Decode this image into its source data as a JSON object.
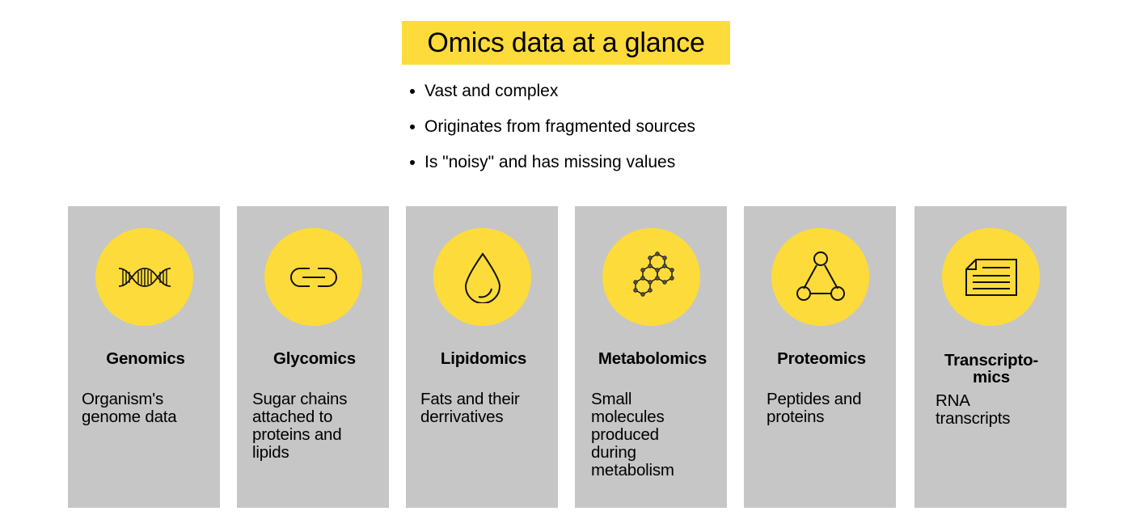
{
  "colors": {
    "accent": "#fddb3a",
    "card": "#c6c6c6",
    "ink": "#111111"
  },
  "header": {
    "title": "Omics data at a glance",
    "bullets": [
      "Vast and complex",
      "Originates from fragmented sources",
      "Is \"noisy\" and has missing values"
    ]
  },
  "cards": [
    {
      "icon": "dna-icon",
      "title": "Genomics",
      "description_lines": [
        "Organism's",
        "genome data"
      ]
    },
    {
      "icon": "chain-link-icon",
      "title": "Glycomics",
      "description_lines": [
        "Sugar chains",
        "attached to",
        "proteins and",
        "lipids"
      ]
    },
    {
      "icon": "droplet-icon",
      "title": "Lipidomics",
      "description_lines": [
        "Fats and their",
        "derrivatives"
      ]
    },
    {
      "icon": "molecule-icon",
      "title": "Metabolomics",
      "description_lines": [
        "Small",
        "molecules",
        "produced",
        "during",
        "metabolism"
      ]
    },
    {
      "icon": "network-triangle-icon",
      "title": "Proteomics",
      "description_lines": [
        "Peptides and",
        "proteins"
      ]
    },
    {
      "icon": "document-icon",
      "title_lines": [
        "Transcripto-",
        "mics"
      ],
      "description_lines": [
        "RNA",
        "transcripts"
      ]
    }
  ]
}
